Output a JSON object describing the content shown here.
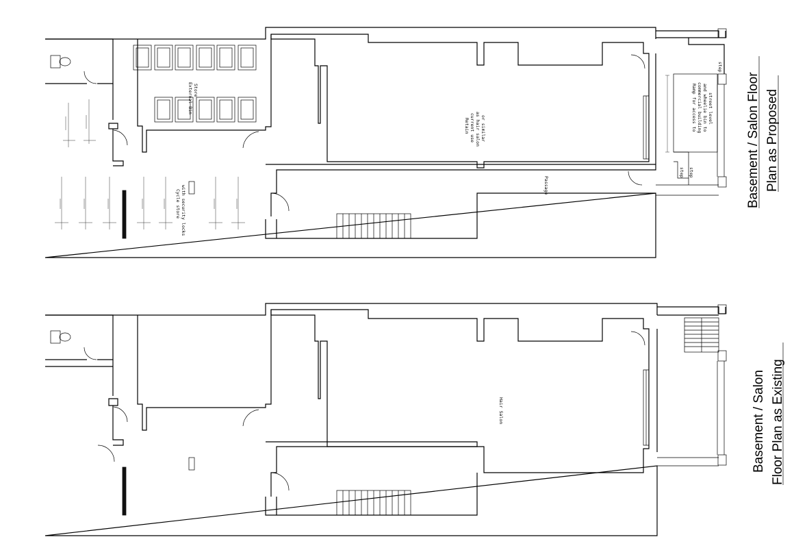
{
  "plans": {
    "proposed": {
      "title_line1": "Basement / Salon Floor",
      "title_line2": "Plan as Proposed",
      "labels": {
        "bin_store_1": "External Bin",
        "bin_store_2": "Store",
        "retain_1": "Retain",
        "retain_2": "current use",
        "retain_3": "as hair salon",
        "retain_4": "or similar",
        "passage": "Passage",
        "cycle_1": "Cycle store",
        "cycle_2": "with security locks",
        "ramp_1": "Ramp for access to",
        "ramp_2": "commercial building",
        "ramp_3": "and wheelie bin to",
        "ramp_4": "street level",
        "step_1": "step",
        "step_2": "step",
        "step_3": "step"
      }
    },
    "existing": {
      "title_line1": "Basement / Salon",
      "title_line2": "Floor Plan as Existing",
      "labels": {
        "hair_salon": "Hair Salon"
      }
    }
  }
}
